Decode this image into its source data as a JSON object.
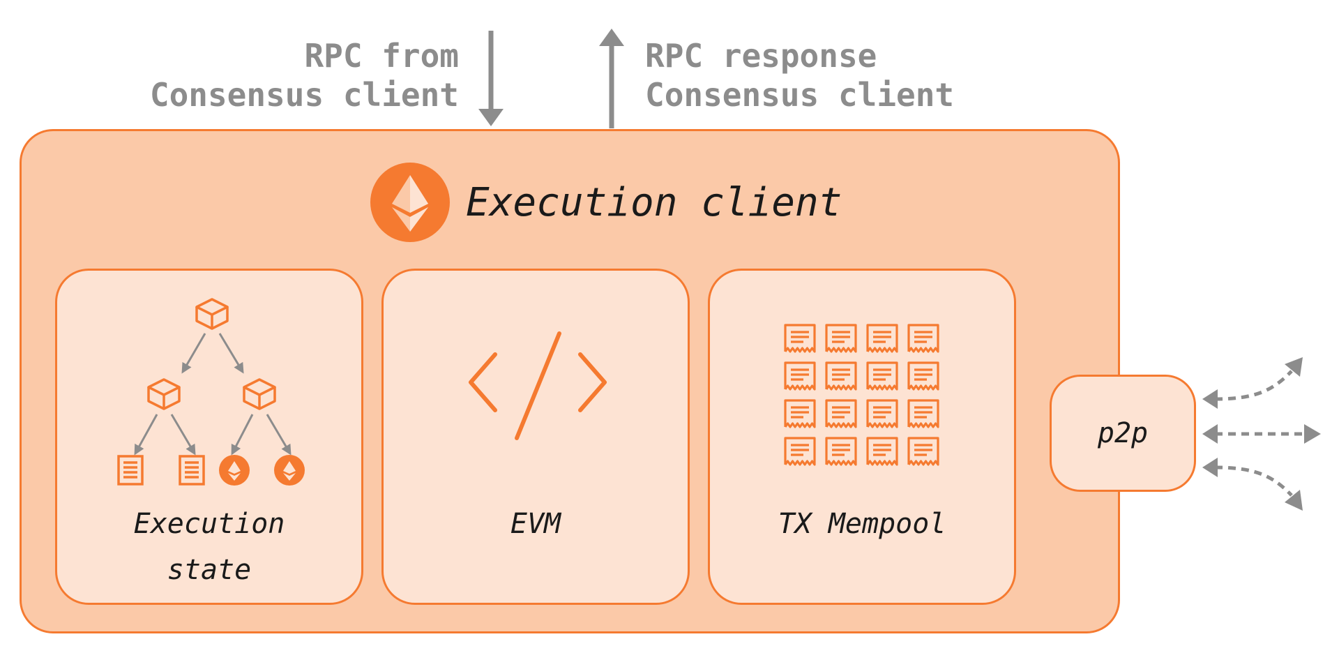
{
  "rpc_in": {
    "line1": "RPC from",
    "line2": "Consensus client"
  },
  "rpc_out": {
    "line1": "RPC response",
    "line2": "Consensus client"
  },
  "execution_client": {
    "title": "Execution client"
  },
  "panels": {
    "state": {
      "line1": "Execution",
      "line2": "state"
    },
    "evm": {
      "label": "EVM"
    },
    "mempool": {
      "label": "TX Mempool"
    }
  },
  "p2p": {
    "label": "p2p"
  },
  "icons": {
    "logo": "ethereum-logo-icon",
    "state": "state-tree-icon",
    "evm": "code-brackets-icon",
    "mempool": "transaction-receipts-icon"
  },
  "colors": {
    "accent": "#f57a30",
    "outer_fill": "#fbc9a8",
    "panel_fill": "#fde3d3",
    "arrow_gray": "#8c8c8c",
    "text": "#1a1a1a"
  }
}
